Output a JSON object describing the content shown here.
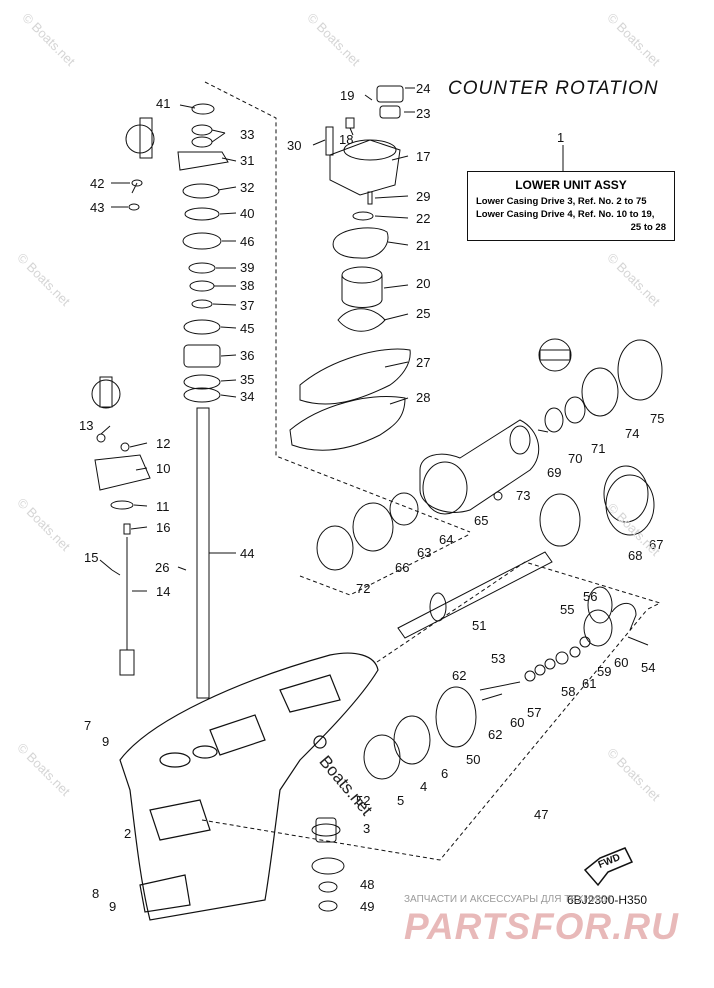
{
  "title": "COUNTER ROTATION",
  "assembly": {
    "ref": "1",
    "label": "LOWER UNIT ASSY",
    "line1": "Lower Casing Drive 3,  Ref. No. 2 to 75",
    "line2": "Lower Casing Drive 4,  Ref. No. 10 to 19,",
    "line3": "25 to 28"
  },
  "part_numbers": [
    "2",
    "3",
    "4",
    "5",
    "6",
    "7",
    "8",
    "9",
    "9b",
    "10",
    "11",
    "12",
    "13",
    "14",
    "15",
    "16",
    "17",
    "18",
    "19",
    "20",
    "21",
    "22",
    "23",
    "24",
    "25",
    "26",
    "27",
    "28",
    "29",
    "30",
    "31",
    "32",
    "33",
    "34",
    "35",
    "36",
    "37",
    "38",
    "39",
    "40",
    "41",
    "42",
    "43",
    "44",
    "45",
    "46",
    "47",
    "48",
    "49",
    "50",
    "51",
    "52",
    "53",
    "54",
    "55",
    "56",
    "57",
    "58",
    "59",
    "60",
    "60b",
    "61",
    "62",
    "62b",
    "63",
    "64",
    "65",
    "66",
    "67",
    "68",
    "69",
    "70",
    "71",
    "72",
    "73",
    "74",
    "75"
  ],
  "labels": {
    "n2": "2",
    "n3": "3",
    "n4": "4",
    "n5": "5",
    "n6": "6",
    "n7": "7",
    "n8": "8",
    "n9": "9",
    "n9b": "9",
    "n10": "10",
    "n11": "11",
    "n12": "12",
    "n13": "13",
    "n14": "14",
    "n15": "15",
    "n16": "16",
    "n17": "17",
    "n18": "18",
    "n19": "19",
    "n20": "20",
    "n21": "21",
    "n22": "22",
    "n23": "23",
    "n24": "24",
    "n25": "25",
    "n26": "26",
    "n27": "27",
    "n28": "28",
    "n29": "29",
    "n30": "30",
    "n31": "31",
    "n32": "32",
    "n33": "33",
    "n34": "34",
    "n35": "35",
    "n36": "36",
    "n37": "37",
    "n38": "38",
    "n39": "39",
    "n40": "40",
    "n41": "41",
    "n42": "42",
    "n43": "43",
    "n44": "44",
    "n45": "45",
    "n46": "46",
    "n47": "47",
    "n48": "48",
    "n49": "49",
    "n50": "50",
    "n51": "51",
    "n52": "52",
    "n53": "53",
    "n54": "54",
    "n55": "55",
    "n56": "56",
    "n57": "57",
    "n58": "58",
    "n59": "59",
    "n60": "60",
    "n60b": "60",
    "n61": "61",
    "n62": "62",
    "n62b": "62",
    "n63": "63",
    "n64": "64",
    "n65": "65",
    "n66": "66",
    "n67": "67",
    "n68": "68",
    "n69": "69",
    "n70": "70",
    "n71": "71",
    "n72": "72",
    "n73": "73",
    "n74": "74",
    "n75": "75"
  },
  "fwd_label": "FWD",
  "drawing_code": "6BJ2300-H350",
  "footer_text": "ЗАПЧАСТИ И АКСЕССУАРЫ ДЛЯ ТЕХНИКИ",
  "brand_text": "PARTSFOR.RU",
  "watermark_text": "© Boats.net",
  "center_watermark": "Boats.net",
  "colors": {
    "line": "#111111",
    "watermark": "#d5d5d5",
    "brand": "#e8b9b9"
  }
}
